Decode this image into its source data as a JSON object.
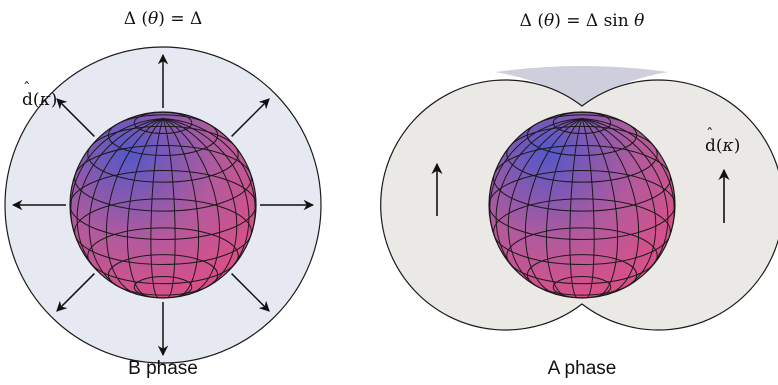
{
  "panels": {
    "b_phase": {
      "gap_formula": {
        "lhs": "Δ (",
        "theta": "θ",
        "rhs": ") = Δ"
      },
      "d_label": {
        "d": "d",
        "hat": "ˆ",
        "open": "(",
        "kappa": "κ",
        "close": ")"
      },
      "caption": "B phase"
    },
    "a_phase": {
      "gap_formula": {
        "lhs": "Δ (",
        "theta": "θ",
        "mid": ") = Δ sin ",
        "theta2": "θ"
      },
      "d_label": {
        "d": "d",
        "hat": "ˆ",
        "open": "(",
        "kappa": "κ",
        "close": ")"
      },
      "caption": "A phase"
    }
  },
  "colors": {
    "gap_fill_b": "#e6e8f2",
    "gap_fill_a": "#eae9e5",
    "a_top_shade": "#c6c6d6",
    "sphere_top": "#5458c8",
    "sphere_mid": "#b35a9c",
    "sphere_bottom": "#ea4a80",
    "grid": "#1a1a1a",
    "arrow": "#111111"
  }
}
